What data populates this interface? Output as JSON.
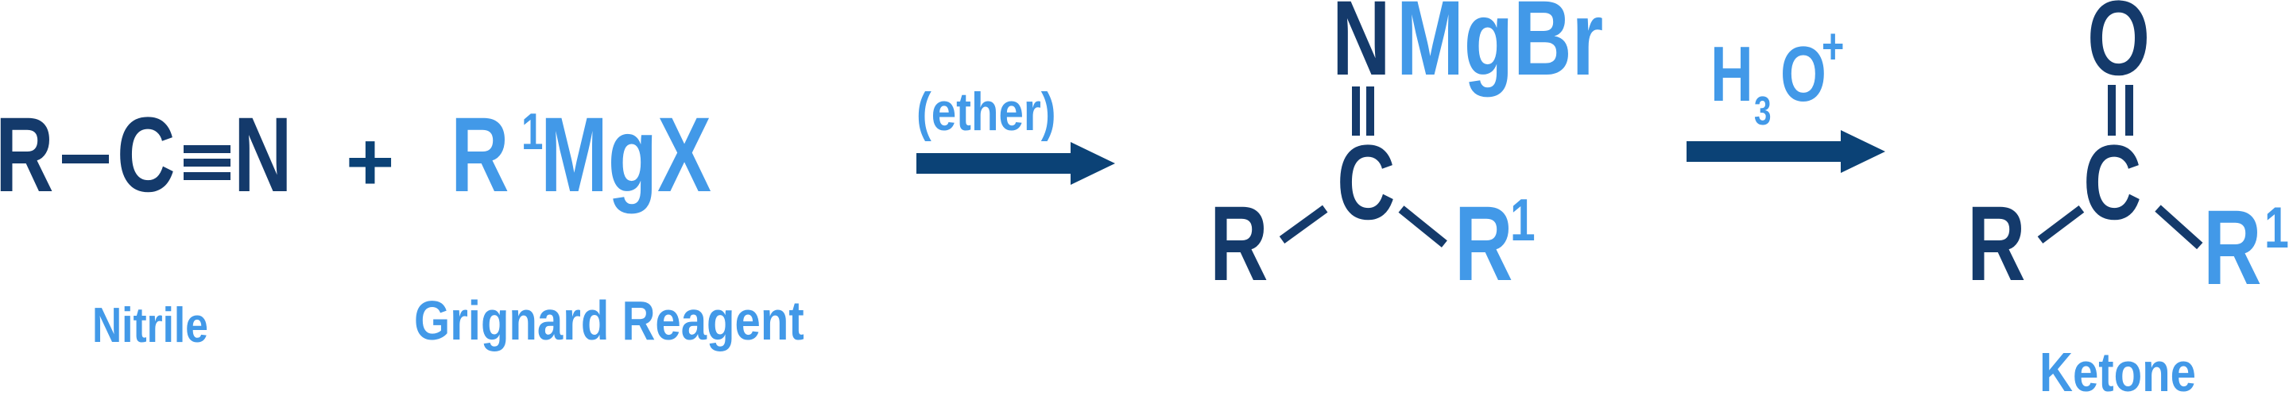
{
  "colors": {
    "structure_navy": "#143a6b",
    "arrow_navy": "#0b4276",
    "accent_blue": "#4299e8",
    "background": "#ffffff"
  },
  "reaction": {
    "reactant_nitrile": {
      "r_group": "R",
      "carbon": "C",
      "nitrogen": "N",
      "caption": "Nitrile"
    },
    "plus_sign": "+",
    "reactant_grignard": {
      "r_group": "R",
      "r_superscript": "1",
      "metal_halide": "MgX",
      "caption": "Grignard Reagent"
    },
    "step1_arrow": {
      "condition": "(ether)"
    },
    "intermediate_imine_salt": {
      "nitrogen": "N",
      "magnesium_bromide": "MgBr",
      "carbon": "C",
      "r_group": "R",
      "r1_group": "R",
      "r1_superscript": "1"
    },
    "step2_arrow": {
      "reagent_h": "H",
      "reagent_subscript": "3",
      "reagent_o": "O",
      "reagent_charge": "+"
    },
    "product_ketone": {
      "oxygen": "O",
      "carbon": "C",
      "r_group": "R",
      "r1_group": "R",
      "r1_superscript": "1",
      "caption": "Ketone"
    }
  }
}
